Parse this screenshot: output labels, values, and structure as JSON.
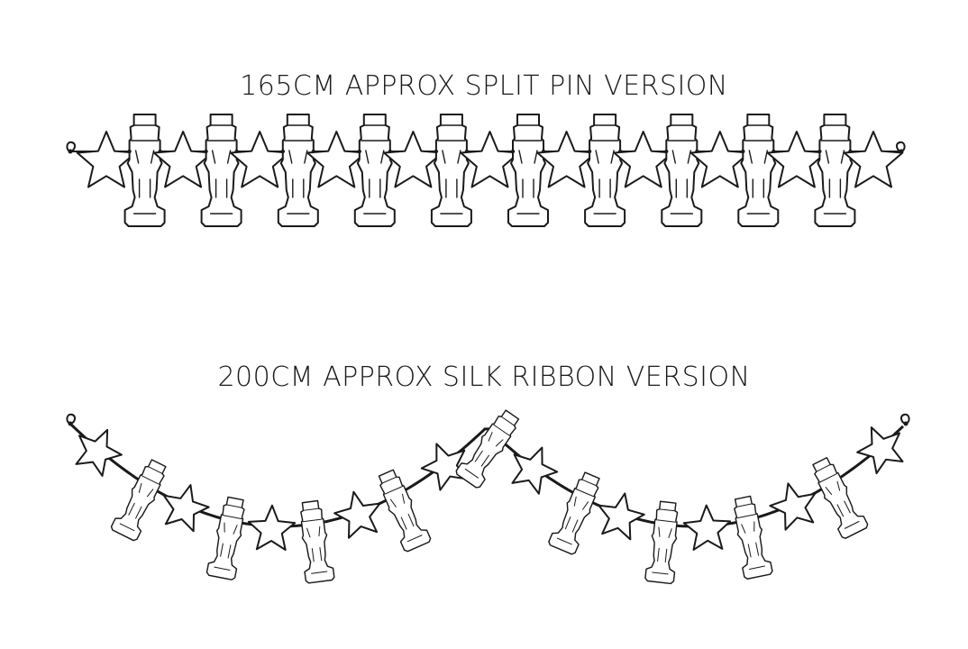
{
  "captions": {
    "split_pin": "165CM APPROX SPLIT PIN VERSION",
    "silk_ribbon": "200CM APPROX SILK RIBBON VERSION"
  },
  "colors": {
    "line": "#1a1a1a",
    "fill": "#ffffff",
    "background": "#ffffff"
  },
  "garlands": {
    "split_pin": {
      "pieces": [
        "star",
        "nutcracker",
        "star",
        "nutcracker",
        "star",
        "nutcracker",
        "star",
        "nutcracker",
        "star",
        "nutcracker",
        "star",
        "nutcracker",
        "star",
        "nutcracker",
        "star",
        "nutcracker",
        "star",
        "nutcracker",
        "star",
        "nutcracker",
        "star"
      ]
    },
    "silk_ribbon": {
      "pieces": [
        "star",
        "nutcracker",
        "star",
        "nutcracker",
        "star",
        "nutcracker",
        "star",
        "nutcracker",
        "star",
        "nutcracker",
        "star",
        "nutcracker",
        "star",
        "nutcracker",
        "star",
        "nutcracker",
        "star",
        "nutcracker",
        "star"
      ]
    }
  }
}
